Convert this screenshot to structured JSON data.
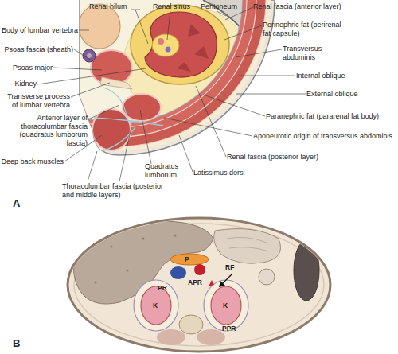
{
  "diagram": {
    "labels": [
      "Renal hilum",
      "Renal sinus",
      "Peritoneum",
      "Renal fascia (anterior layer)",
      "Body of lumbar vertebra",
      "Perinephric fat (perirenal fat capsule)",
      "Psoas fascia (sheath)",
      "Transversus abdominis",
      "Psoas major",
      "Internal oblique",
      "Kidney",
      "External oblique",
      "Transverse process of lumbar vertebra",
      "Paranephric fat (pararenal fat body)",
      "Anterior layer of thoracolumbar fascia (quadratus lumborum fascia)",
      "Aponeurotic origin of transversus abdominis",
      "Deep back muscles",
      "Renal fascia (posterior layer)",
      "Latissimus dorsi",
      "Quadratus lumborum",
      "Thoracolumbar fascia (posterior and middle layers)",
      "A",
      "P",
      "RF",
      "APR",
      "PR",
      "K",
      "K",
      "PPR",
      "B"
    ]
  }
}
